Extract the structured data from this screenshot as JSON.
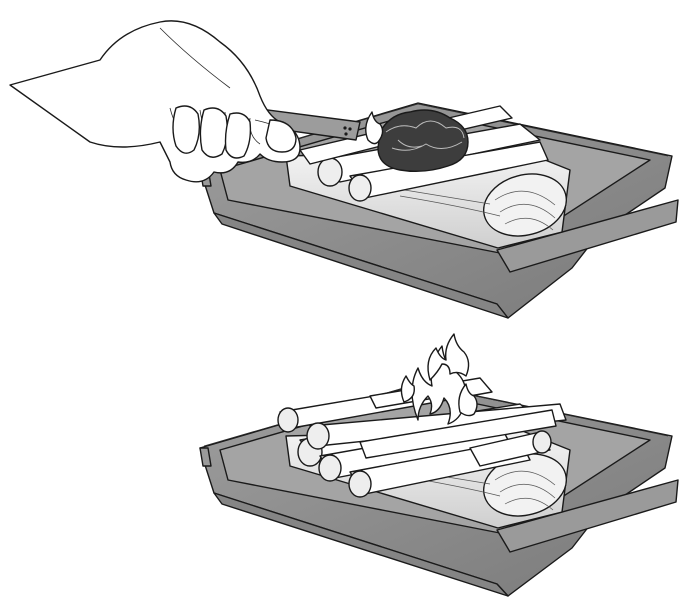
{
  "colors": {
    "tray_fill": "#8c8c8c",
    "tray_inner": "#a6a6a6",
    "tray_rim": "#bdbdbd",
    "wood_fill": "#ffffff",
    "wood_shade": "#d9d9d9",
    "tinder_fill": "#3a3a3a",
    "lighter_fill": "#9a9a9a",
    "outline": "#1a1a1a"
  },
  "panels": [
    {
      "id": "step-ignite",
      "elements": [
        "hand",
        "lighter",
        "tinder",
        "kindling",
        "logs",
        "tray"
      ]
    },
    {
      "id": "step-burning",
      "elements": [
        "flames",
        "kindling-crossed",
        "logs",
        "tray"
      ]
    }
  ]
}
